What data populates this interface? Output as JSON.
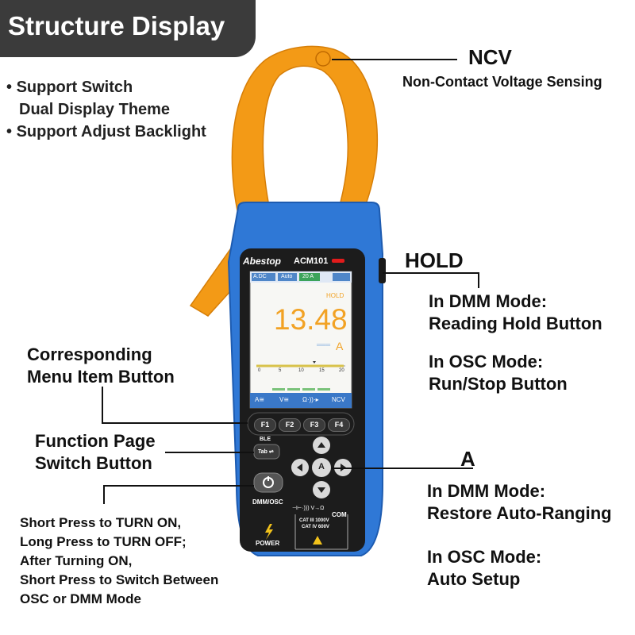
{
  "header": {
    "title": "Structure Display"
  },
  "features": [
    "Support Switch",
    "Dual Display Theme",
    "Support Adjust Backlight"
  ],
  "callouts": {
    "ncv": {
      "title": "NCV",
      "text": "Non-Contact Voltage Sensing"
    },
    "hold": {
      "title": "HOLD",
      "lines": [
        "In DMM Mode:",
        "Reading Hold Button",
        "In OSC Mode:",
        "Run/Stop Button"
      ]
    },
    "menu": {
      "lines": [
        "Corresponding",
        "Menu Item Button"
      ]
    },
    "function_page": {
      "lines": [
        "Function Page",
        "Switch Button"
      ]
    },
    "a_button": {
      "title": "A",
      "lines": [
        "In DMM Mode:",
        "Restore Auto-Ranging",
        "In OSC Mode:",
        "Auto Setup"
      ]
    },
    "power": {
      "lines": [
        "Short Press to TURN ON,",
        "Long Press to TURN OFF;",
        "After Turning ON,",
        "Short Press to Switch Between",
        "OSC or DMM Mode"
      ]
    }
  },
  "device": {
    "brand": "Abestop",
    "model": "ACM101",
    "status_bar": [
      "A.DC",
      "Auto",
      "20 A"
    ],
    "hold_indicator": "HOLD",
    "reading": "13.48",
    "unit": "A",
    "dc_symbol": "═══",
    "scale_ticks": [
      "0",
      "5",
      "10",
      "15",
      "20"
    ],
    "softkeys": [
      "A≅",
      "V≅",
      "Ω·))·▸",
      "NCV"
    ],
    "function_buttons": [
      "F1",
      "F2",
      "F3",
      "F4"
    ],
    "ble_label": "BLE",
    "tab_label": "Tab ⇌",
    "auto_button": "A",
    "power_mode_label": "DMM/OSC",
    "terminal_symbols": "⊣⊢·))) V→Ω",
    "com_label": "COM",
    "cat_rating_1": "CAT III 1000V",
    "cat_rating_2": "CAT IV 600V",
    "power_label": "POWER",
    "colors": {
      "body": "#2f78d6",
      "jaw": "#f39a16",
      "face": "#1c1c1c",
      "reading": "#f2a224"
    }
  }
}
